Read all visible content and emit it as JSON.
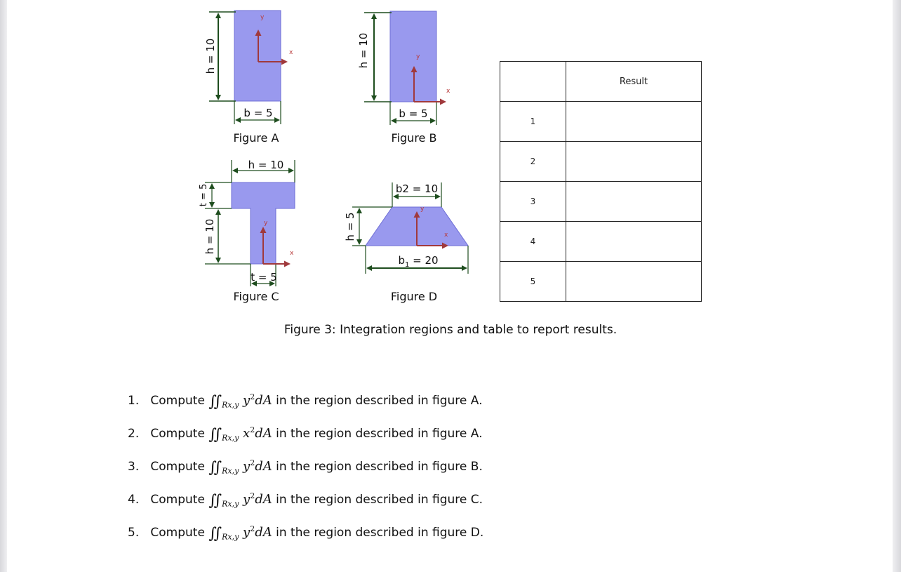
{
  "figures": [
    {
      "label": "Figure A",
      "b": "b = 5",
      "h": "h = 10"
    },
    {
      "label": "Figure B",
      "b": "b = 5",
      "h": "h = 10"
    },
    {
      "label": "Figure C",
      "h_top": "h = 10",
      "t_top": "t = 5",
      "h_side": "h = 10",
      "t_bottom": "t = 5"
    },
    {
      "label": "Figure D",
      "b2": "b2 = 10",
      "h": "h = 5",
      "b1_prefix": "b",
      "b1_sub": "1",
      "b1_suffix": " = 20"
    }
  ],
  "axis_labels": {
    "x": "x",
    "y": "y"
  },
  "table": {
    "header": [
      "",
      "Result"
    ],
    "rows": [
      [
        "1",
        ""
      ],
      [
        "2",
        ""
      ],
      [
        "3",
        ""
      ],
      [
        "4",
        ""
      ],
      [
        "5",
        ""
      ]
    ]
  },
  "caption": "Figure 3: Integration regions and table to report results.",
  "tasks": [
    {
      "num": "1.",
      "pre": "Compute",
      "integrand": "y",
      "post": "in the region described in figure A."
    },
    {
      "num": "2.",
      "pre": "Compute",
      "integrand": "x",
      "post": "in the region described in figure A."
    },
    {
      "num": "3.",
      "pre": "Compute",
      "integrand": "y",
      "post": "in the region described in figure B."
    },
    {
      "num": "4.",
      "pre": "Compute",
      "integrand": "y",
      "post": "in the region described in figure C."
    },
    {
      "num": "5.",
      "pre": "Compute",
      "integrand": "y",
      "post": "in the region described in figure D."
    }
  ],
  "math": {
    "integral": "∬",
    "region": "R",
    "region_sub": "x,y",
    "power": "2",
    "differential": "dA"
  },
  "colors": {
    "shape_fill": "#9999ee",
    "shape_stroke": "#6f6fd6",
    "dimension": "#1e4d1e",
    "axis": "#a0393c"
  }
}
